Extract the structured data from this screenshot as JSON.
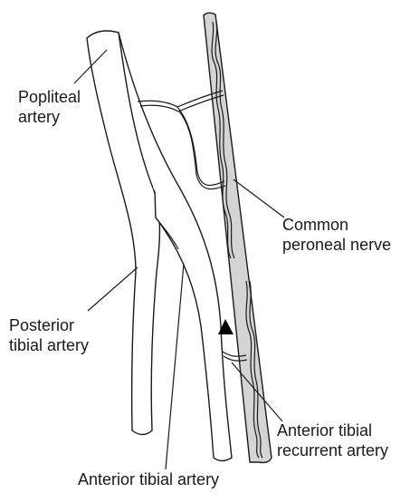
{
  "labels": {
    "popliteal": [
      "Popliteal",
      "artery"
    ],
    "common_peroneal": [
      "Common",
      "peroneal nerve"
    ],
    "posterior_tibial": [
      "Posterior",
      "tibial artery"
    ],
    "anterior_tibial_recurrent": [
      "Anterior tibial",
      "recurrent artery"
    ],
    "anterior_tibial": [
      "Anterior tibial artery"
    ]
  },
  "colors": {
    "nerve_fill": "#d4d4d4",
    "stroke": "#1a1a1a",
    "marker": "#000000"
  },
  "icons": {
    "marker": "triangle-marker-icon"
  }
}
